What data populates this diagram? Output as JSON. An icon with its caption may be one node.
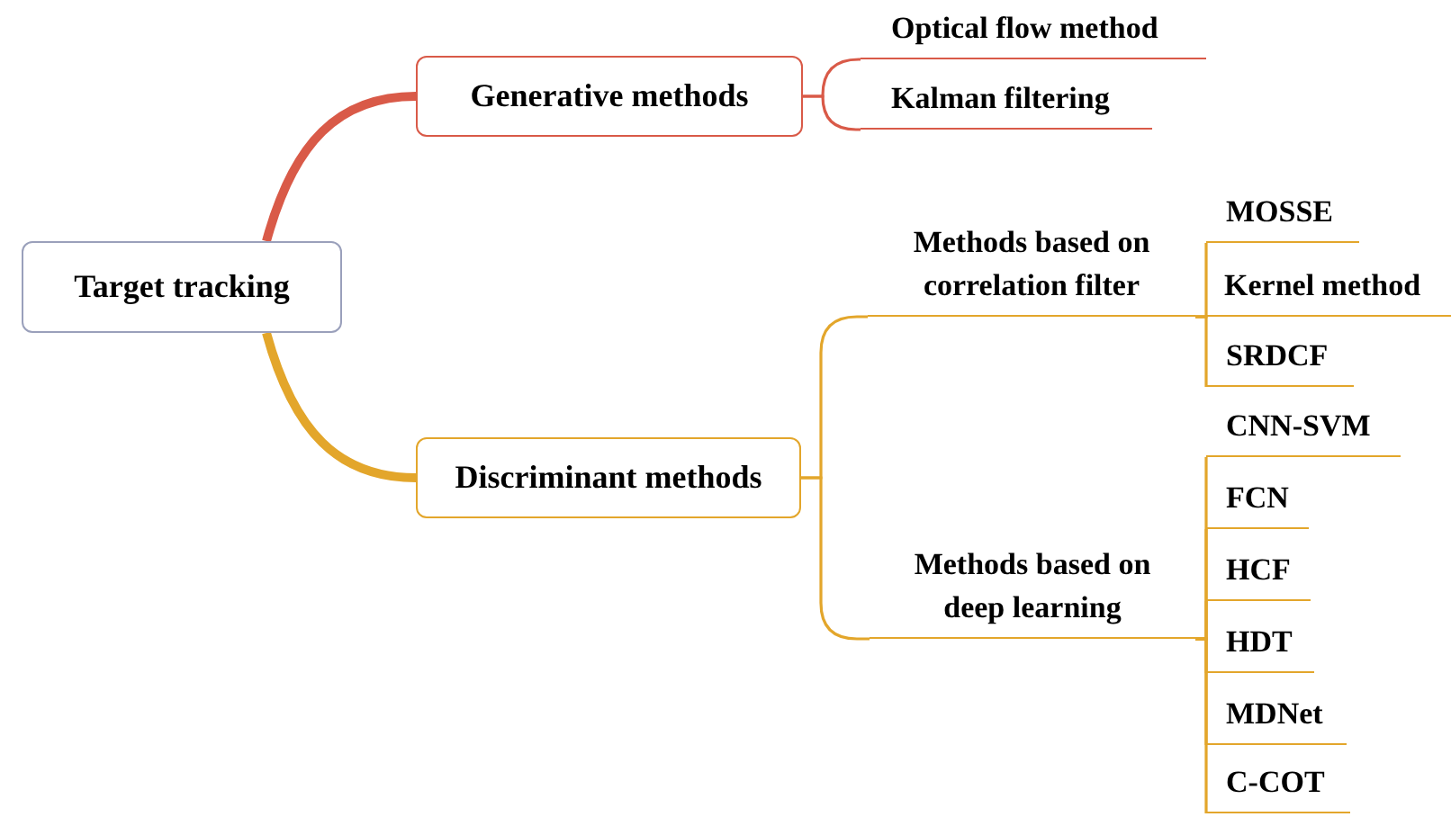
{
  "diagram": {
    "nodes": [
      {
        "text": [
          "Target tracking"
        ]
      },
      {
        "text": [
          "Generative methods"
        ]
      },
      {
        "text": [
          "Optical flow method"
        ]
      },
      {
        "text": [
          "Kalman filtering"
        ]
      },
      {
        "text": [
          "Discriminant methods"
        ]
      },
      {
        "text": [
          "Methods based on correlation filter"
        ]
      },
      {
        "text": [
          "MOSSE"
        ]
      },
      {
        "text": [
          "Kernel method"
        ]
      },
      {
        "text": [
          "SRDCF"
        ]
      },
      {
        "text": [
          "Methods based on deep learning"
        ]
      },
      {
        "text": [
          "CNN-SVM"
        ]
      },
      {
        "text": [
          "FCN"
        ]
      },
      {
        "text": [
          "HCF"
        ]
      },
      {
        "text": [
          "HDT"
        ]
      },
      {
        "text": [
          "MDNet"
        ]
      },
      {
        "text": [
          "C-COT"
        ]
      }
    ],
    "edges": [
      {
        "from": 0,
        "to": 1,
        "arrow": "none",
        "style": "thick",
        "color": "#d95a48"
      },
      {
        "from": 0,
        "to": 4,
        "arrow": "none",
        "style": "thick"
      },
      {
        "from": 1,
        "to": 2,
        "arrow": "none",
        "color": "#d95a48"
      },
      {
        "from": 1,
        "to": 3,
        "arrow": "none",
        "color": "#d95a48"
      },
      {
        "from": 4,
        "to": 5,
        "arrow": "none"
      },
      {
        "from": 4,
        "to": 9,
        "arrow": "none"
      },
      {
        "from": 5,
        "to": 6,
        "arrow": "none"
      },
      {
        "from": 5,
        "to": 7,
        "arrow": "none"
      },
      {
        "from": 5,
        "to": 8,
        "arrow": "none"
      },
      {
        "from": 9,
        "to": 10,
        "arrow": "none"
      },
      {
        "from": 9,
        "to": 11,
        "arrow": "none"
      },
      {
        "from": 9,
        "to": 12,
        "arrow": "none"
      },
      {
        "from": 9,
        "to": 13,
        "arrow": "none"
      },
      {
        "from": 9,
        "to": 14,
        "arrow": "none"
      },
      {
        "from": 9,
        "to": 15,
        "arrow": "none"
      }
    ]
  }
}
